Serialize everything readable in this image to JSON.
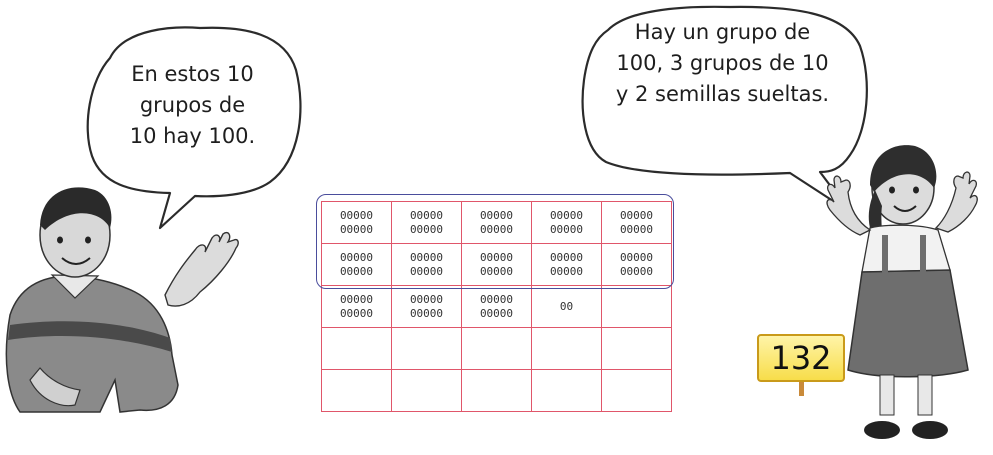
{
  "speech": {
    "left": "En estos 10\ngrupos de\n10 hay 100.",
    "right": "Hay un grupo de\n100, 3 grupos de 10\ny 2 semillas sueltas."
  },
  "grid": {
    "rows": [
      [
        "00000\n00000",
        "00000\n00000",
        "00000\n00000",
        "00000\n00000",
        "00000\n00000"
      ],
      [
        "00000\n00000",
        "00000\n00000",
        "00000\n00000",
        "00000\n00000",
        "00000\n00000"
      ],
      [
        "00000\n00000",
        "00000\n00000",
        "00000\n00000",
        "00",
        ""
      ],
      [
        "",
        "",
        "",
        "",
        ""
      ],
      [
        "",
        "",
        "",
        "",
        ""
      ]
    ]
  },
  "sign": {
    "number": "132"
  }
}
